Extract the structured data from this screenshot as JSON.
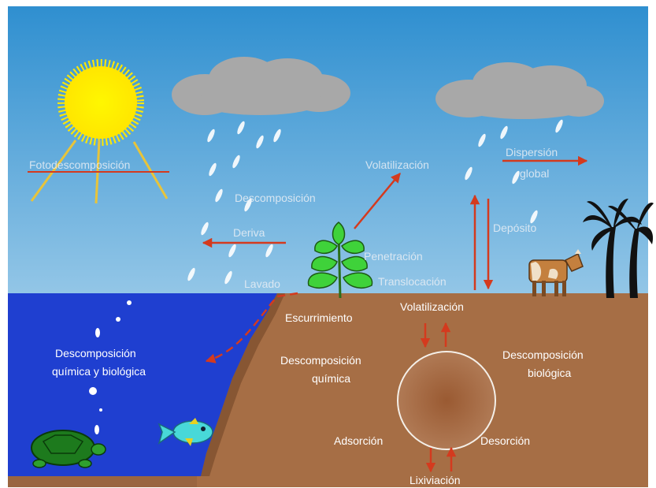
{
  "labels": {
    "fotodescomposicion": "Fotodescomposición",
    "descomposicion": "Descomposición",
    "deriva": "Deriva",
    "lavado": "Lavado",
    "volatilizacion_air": "Volatilización",
    "penetracion": "Penetración",
    "translocacion": "Translocación",
    "dispersion_1": "Dispersión",
    "dispersion_2": "global",
    "deposito": "Depósito",
    "escurrimiento": "Escurrimiento",
    "volatilizacion_soil": "Volatilización",
    "desc_qb_1": "Descomposición",
    "desc_qb_2": "química y biológica",
    "desc_q_1": "Descomposición",
    "desc_q_2": "química",
    "desc_b_1": "Descomposición",
    "desc_b_2": "biológica",
    "adsorcion": "Adsorción",
    "desorcion": "Desorción",
    "lixiviacion": "Lixiviación"
  },
  "colors": {
    "sky_top": "#2f8fd0",
    "sky_bottom": "#cfe6f4",
    "soil": "#a66e45",
    "water": "#1f3fd0",
    "arrow": "#d43a1e",
    "sun": "#fff000",
    "cloud": "#a8a8a8"
  },
  "icons": [
    "sun-icon",
    "cloud-icon",
    "plant-icon",
    "cow-icon",
    "palm-tree-icon",
    "turtle-icon",
    "fish-icon"
  ]
}
